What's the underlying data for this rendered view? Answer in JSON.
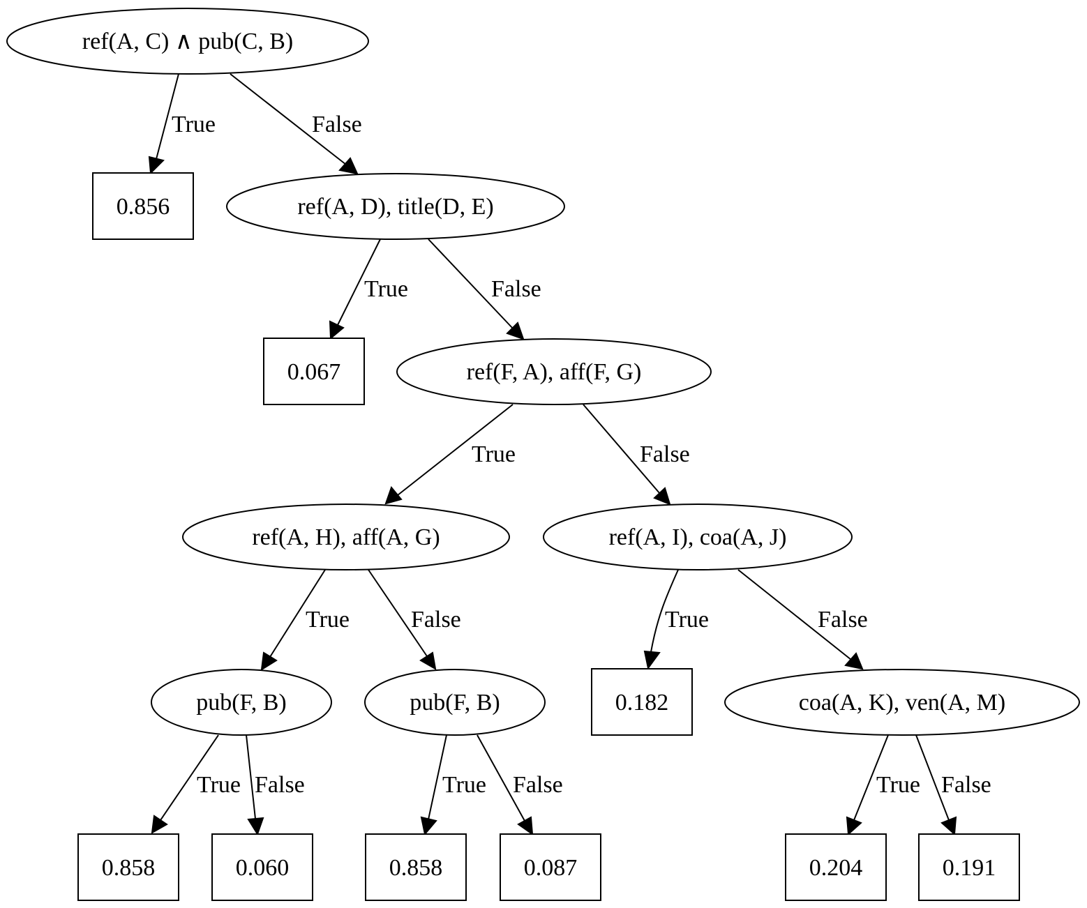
{
  "nodes": {
    "n1": "ref(A, C) ∧ pub(C, B)",
    "n2": "ref(A, D), title(D, E)",
    "n3": "ref(F, A), aff(F, G)",
    "n4": "ref(A, H), aff(A, G)",
    "n5": "ref(A, I), coa(A, J)",
    "n6": "pub(F, B)",
    "n7": "pub(F, B)",
    "n8": "coa(A, K), ven(A, M)",
    "l1": "0.856",
    "l2": "0.067",
    "l3": "0.182",
    "l4": "0.858",
    "l5": "0.060",
    "l6": "0.858",
    "l7": "0.087",
    "l8": "0.204",
    "l9": "0.191"
  },
  "edges": {
    "e1": "True",
    "e2": "False",
    "e3": "True",
    "e4": "False",
    "e5": "True",
    "e6": "False",
    "e7": "True",
    "e8": "False",
    "e9": "True",
    "e10": "False",
    "e11": "True",
    "e12": "False",
    "e13": "True",
    "e14": "False",
    "e15": "True",
    "e16": "False"
  }
}
